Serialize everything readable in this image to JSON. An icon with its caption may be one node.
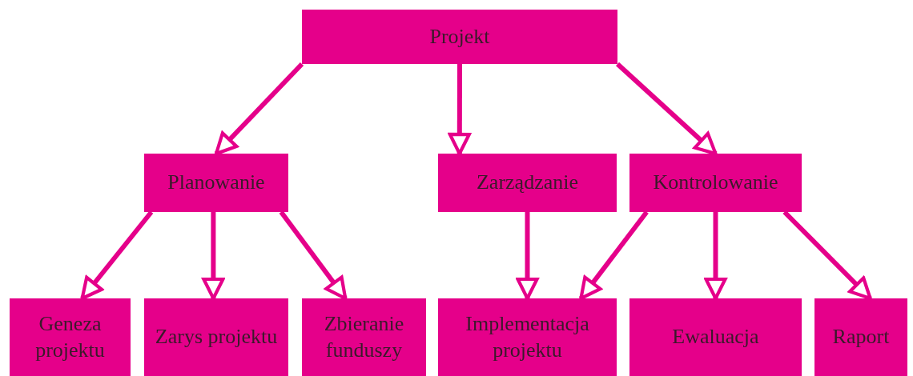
{
  "diagram": {
    "nodes": [
      {
        "text": [
          "Projekt"
        ]
      },
      {
        "text": [
          "Planowanie"
        ]
      },
      {
        "text": [
          "Zarządzanie"
        ]
      },
      {
        "text": [
          "Kontrolowanie"
        ]
      },
      {
        "text": [
          "Geneza projektu"
        ]
      },
      {
        "text": [
          "Zarys projektu"
        ]
      },
      {
        "text": [
          "Zbieranie funduszy"
        ]
      },
      {
        "text": [
          "Implementacja projektu"
        ]
      },
      {
        "text": [
          "Ewaluacja"
        ]
      },
      {
        "text": [
          "Raport"
        ]
      }
    ],
    "edges": [
      {
        "from": 0,
        "to": 1,
        "arrow": "to"
      },
      {
        "from": 0,
        "to": 2,
        "arrow": "to"
      },
      {
        "from": 0,
        "to": 3,
        "arrow": "to"
      },
      {
        "from": 1,
        "to": 4,
        "arrow": "to"
      },
      {
        "from": 1,
        "to": 5,
        "arrow": "to"
      },
      {
        "from": 1,
        "to": 6,
        "arrow": "to"
      },
      {
        "from": 2,
        "to": 7,
        "arrow": "to"
      },
      {
        "from": 3,
        "to": 7,
        "arrow": "to"
      },
      {
        "from": 3,
        "to": 8,
        "arrow": "to"
      },
      {
        "from": 3,
        "to": 9,
        "arrow": "to"
      }
    ]
  }
}
